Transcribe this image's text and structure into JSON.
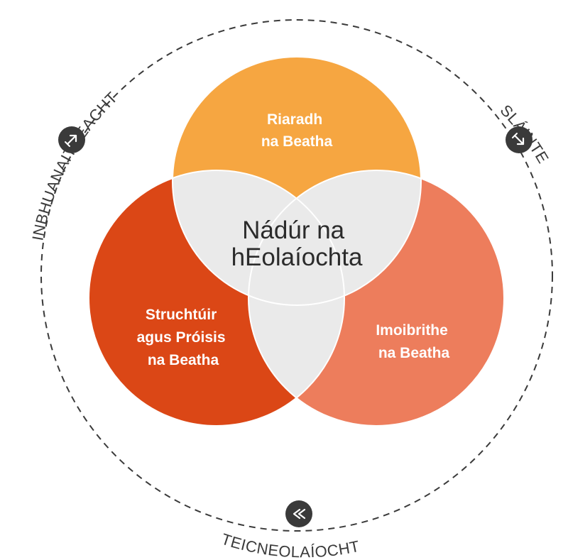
{
  "center": {
    "lines": [
      "Nádúr na",
      "hEolaíochta"
    ]
  },
  "circles": {
    "top": {
      "lines": [
        "Riaradh",
        "na Beatha"
      ]
    },
    "left": {
      "lines": [
        "Struchtúir",
        "agus Próisis",
        "na Beatha"
      ]
    },
    "right": {
      "lines": [
        "Imoibrithe",
        "na Beatha"
      ]
    }
  },
  "ring": {
    "labels": {
      "top_left": "INBHUANAITHEACHT",
      "top_right": "SLÁINTE",
      "bottom": "TEICNEOLAÍOCHT"
    }
  },
  "icons": {
    "top_left": "arrow-up-right-icon",
    "top_right": "arrow-down-right-icon",
    "bottom": "double-arrow-left-icon"
  },
  "colors": {
    "top_circle": "#F6A641",
    "left_circle": "#DB4716",
    "right_circle": "#ED7D5C",
    "overlap": "#EAEAEA",
    "overlap_stroke": "#FFFFFF",
    "dashed_ring": "#3A3A3A",
    "icon_badge": "#3A3A3A"
  }
}
